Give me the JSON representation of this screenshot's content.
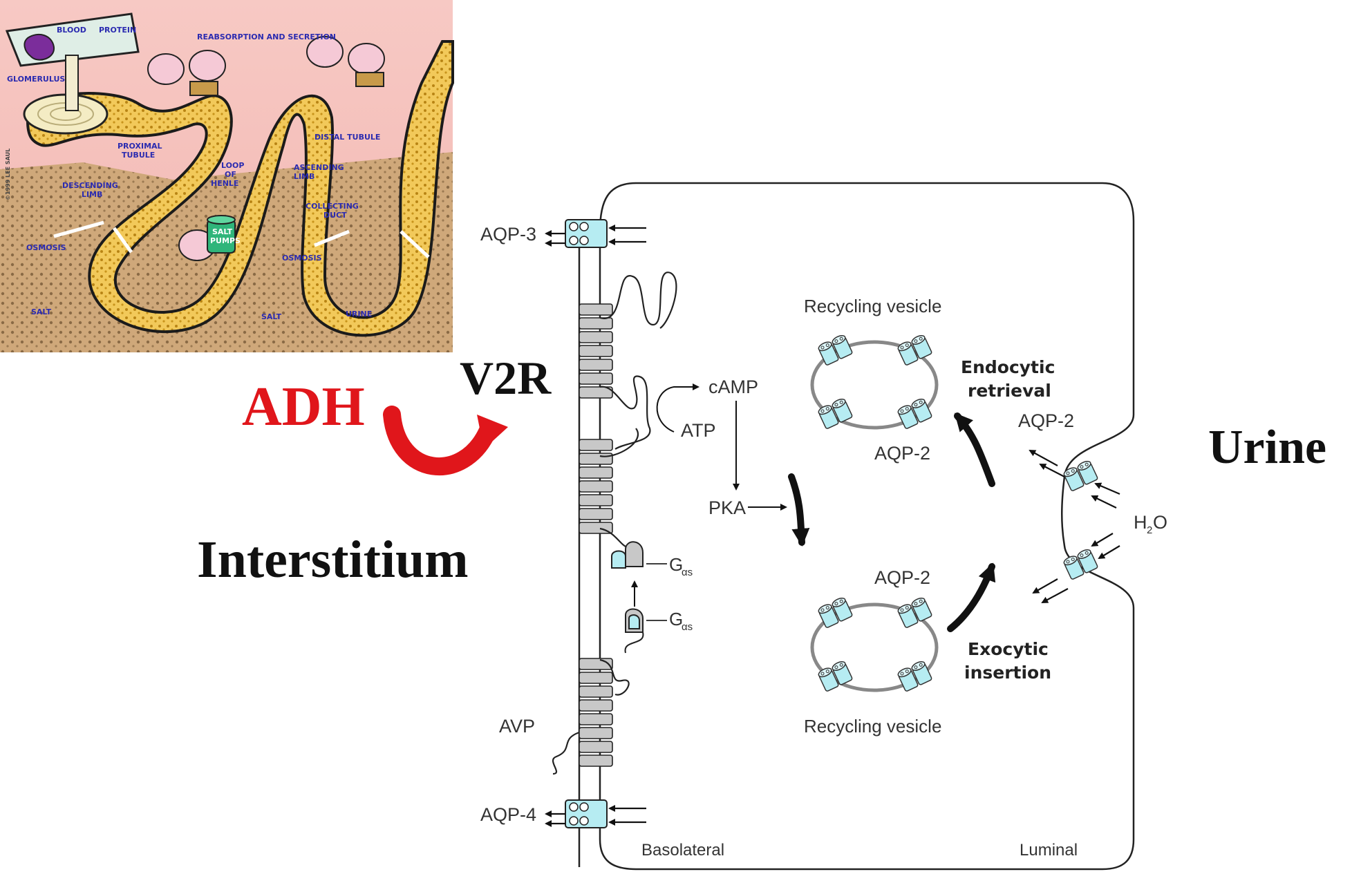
{
  "cartoon": {
    "labels": {
      "blood": "BLOOD",
      "protein": "PROTEIN",
      "reabsorption": "REABSORPTION AND SECRETION",
      "glomerulus": "GLOMERULUS",
      "proximal": [
        "PROXIMAL",
        "TUBULE"
      ],
      "distal": "DISTAL TUBULE",
      "loop": [
        "LOOP",
        "OF",
        "HENLE"
      ],
      "ascending": [
        "ASCENDING",
        "LIMB"
      ],
      "descending": [
        "DESCENDING",
        "LIMB"
      ],
      "collecting": [
        "COLLECTING",
        "DUCT"
      ],
      "salt_pumps": [
        "SALT",
        "PUMPS"
      ],
      "osmosis_left": "OSMOSIS",
      "osmosis_mid": "OSMOSIS",
      "salt_left": "SALT",
      "salt_mid": "SALT",
      "urine": "URINE",
      "copyright": "©1999 LEE SAUL"
    }
  },
  "big_labels": {
    "adh": "ADH",
    "v2r": "V2R",
    "interstitium": "Interstitium",
    "urine": "Urine"
  },
  "diagram": {
    "aqp3": "AQP-3",
    "aqp4": "AQP-4",
    "avp": "AVP",
    "camp": "cAMP",
    "atp": "ATP",
    "pka": "PKA",
    "galpha": "G",
    "galpha_sub": "αs",
    "recycling_top": "Recycling vesicle",
    "recycling_bottom": "Recycling vesicle",
    "aqp2_top": "AQP-2",
    "aqp2_bottom": "AQP-2",
    "aqp2_luminal": "AQP-2",
    "endocytic": [
      "Endocytic",
      "retrieval"
    ],
    "exocytic": [
      "Exocytic",
      "insertion"
    ],
    "h2o_main": "H",
    "h2o_sub": "2",
    "h2o_end": "O",
    "basolateral": "Basolateral",
    "luminal": "Luminal"
  },
  "colors": {
    "adh_red": "#e0161b",
    "channel_cyan": "#b6ecf2",
    "helix_gray": "#c8c8c8",
    "cartoon_pink": "#f5c6c2",
    "cartoon_sand": "#c9a376",
    "tubule_yellow": "#f3d27a"
  }
}
